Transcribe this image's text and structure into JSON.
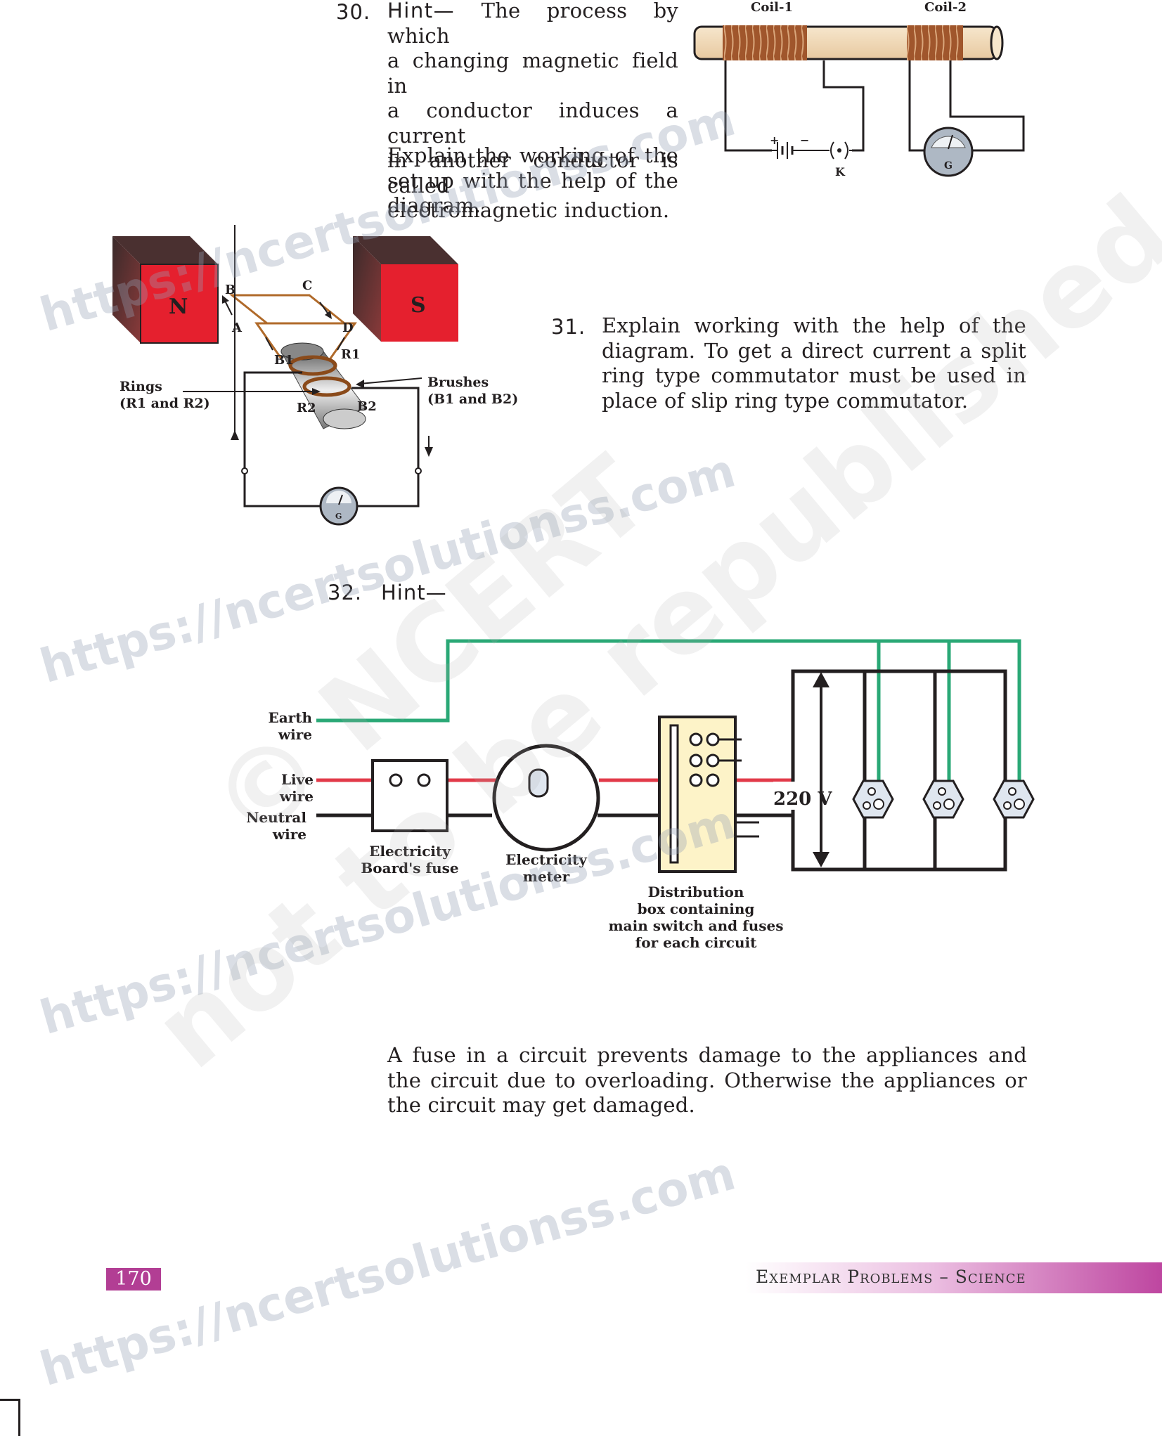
{
  "q30": {
    "number": "30.",
    "hint_label": "Hint—",
    "lines": [
      "The process by which",
      "a changing magnetic field in",
      "a conductor induces a current",
      "in another conductor is called",
      "electromagnetic induction."
    ],
    "explain": "Explain the working of the set up with the help of the diagram.",
    "diagram": {
      "coil1": "Coil-1",
      "coil2": "Coil-2",
      "key": "K",
      "plus": "+",
      "minus": "−",
      "galv": "G"
    }
  },
  "q31": {
    "number": "31.",
    "text": "Explain working with the help of the diagram. To get a direct current a split ring type commutator must be used in place of slip ring type commutator.",
    "diagram": {
      "north": "N",
      "south": "S",
      "A": "A",
      "B": "B",
      "C": "C",
      "D": "D",
      "B1": "B1",
      "R1": "R1",
      "R2": "R2",
      "B2": "B2",
      "rings": "Rings",
      "rings2": "(R1 and R2)",
      "brushes": "Brushes",
      "brushes2": "(B1 and B2)",
      "galv": "G"
    }
  },
  "q32": {
    "number": "32.",
    "hint_label": "Hint—",
    "diagram": {
      "earth1": "Earth",
      "earth2": "wire",
      "live1": "Live",
      "live2": "wire",
      "neutral1": "Neutral",
      "neutral2": "wire",
      "fuse1": "Electricity",
      "fuse2": "Board's fuse",
      "meter1": "Electricity",
      "meter2": "meter",
      "dist1": "Distribution",
      "dist2": "box containing",
      "dist3": "main switch and fuses",
      "dist4": "for each circuit",
      "voltage": "220 V"
    },
    "text": "A fuse in a circuit prevents damage to the appliances and the circuit due to overloading. Otherwise the appliances or the circuit may get damaged."
  },
  "footer": {
    "page": "170",
    "book": "Exemplar Problems – Science"
  },
  "watermarks": [
    "https://ncertsolutionss.com",
    "https://ncertsolutionss.com",
    "https://ncertsolutionss.com",
    "https://ncertsolutionss.com",
    "© NCERT",
    "not to be republished"
  ],
  "colors": {
    "earth": "#2aa876",
    "live": "#e23a49",
    "neutral": "#231f20",
    "magnet": "#e5202e",
    "accent": "#b23e94"
  }
}
